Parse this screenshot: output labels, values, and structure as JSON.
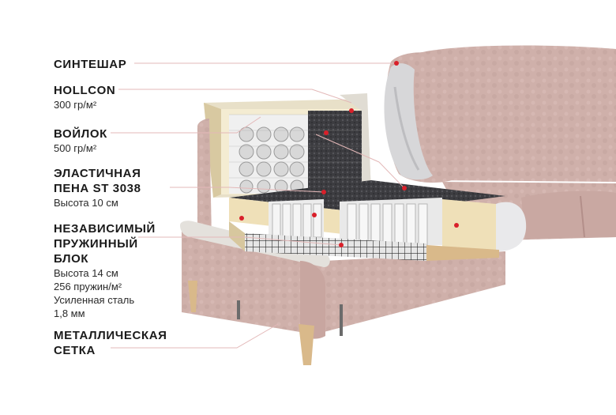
{
  "layers": [
    {
      "title": "СИНТЕШАР",
      "details": []
    },
    {
      "title": "HOLLCON",
      "details": [
        "300 гр/м²"
      ]
    },
    {
      "title": "ВОЙЛОК",
      "details": [
        "500 гр/м²"
      ]
    },
    {
      "title_lines": [
        "ЭЛАСТИЧНАЯ",
        "ПЕНА ST 3038"
      ],
      "details": [
        "Высота 10 см"
      ]
    },
    {
      "title_lines": [
        "НЕЗАВИСИМЫЙ",
        "ПРУЖИННЫЙ",
        "БЛОК"
      ],
      "details": [
        "Высота 14 см",
        "256 пружин/м²",
        "Усиленная сталь",
        "1,8 мм"
      ]
    },
    {
      "title_lines": [
        "МЕТАЛЛИЧЕСКАЯ",
        "СЕТКА"
      ],
      "details": []
    }
  ],
  "colors": {
    "fabric": "#cfb0aa",
    "fabric_dark": "#b89590",
    "pointer": "#d9202a",
    "leader": "#e3b8b8",
    "foam": "#efe0b8",
    "felt": "#3c3c40",
    "wood": "#d9b98a"
  }
}
